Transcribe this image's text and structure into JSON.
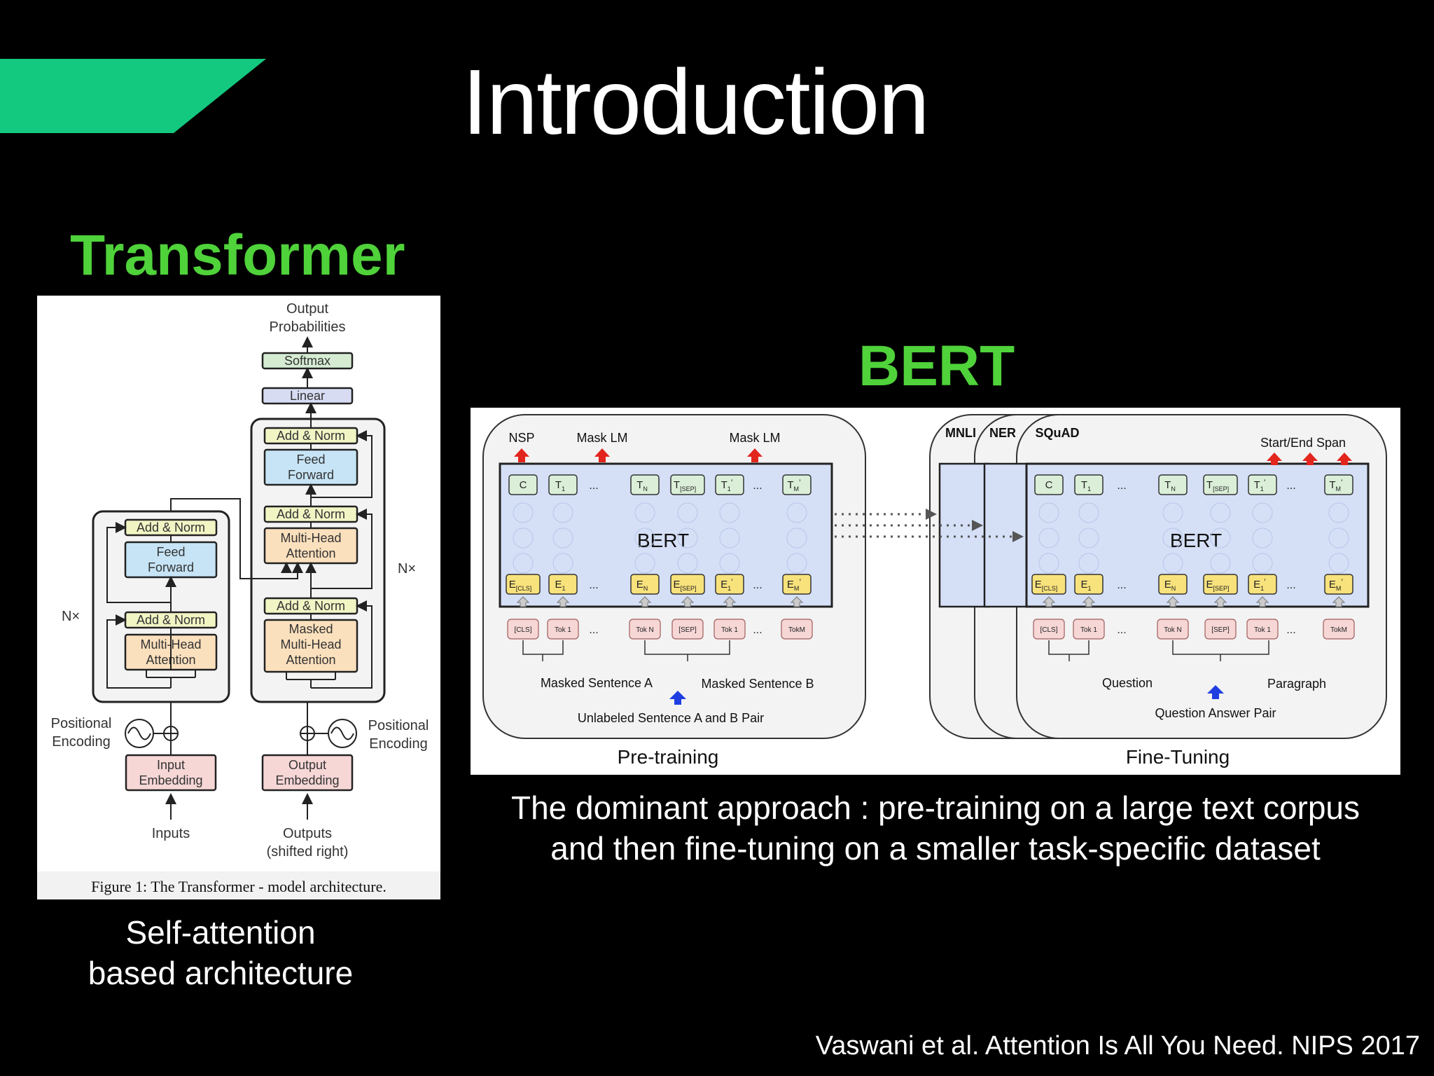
{
  "slide": {
    "title": "Introduction",
    "accent_color": "#13c97f",
    "citation": "Vaswani et al. Attention Is All You Need. NIPS 2017"
  },
  "transformer": {
    "heading": "Transformer",
    "heading_color": "#4fd23a",
    "figure_caption": "Figure 1: The Transformer - model architecture.",
    "subcaption": [
      "Self-attention",
      "based architecture"
    ],
    "output_label": [
      "Output",
      "Probabilities"
    ],
    "softmax": "Softmax",
    "linear": "Linear",
    "add_norm": "Add & Norm",
    "feed_forward": [
      "Feed",
      "Forward"
    ],
    "multi_head": [
      "Multi-Head",
      "Attention"
    ],
    "masked_multi_head": [
      "Masked",
      "Multi-Head",
      "Attention"
    ],
    "nx": "N×",
    "positional_encoding": [
      "Positional",
      "Encoding"
    ],
    "input_embedding": [
      "Input",
      "Embedding"
    ],
    "output_embedding": [
      "Output",
      "Embedding"
    ],
    "inputs": "Inputs",
    "outputs": [
      "Outputs",
      "(shifted right)"
    ]
  },
  "bert": {
    "heading": "BERT",
    "model_label": "BERT",
    "pretraining": {
      "caption": "Pre-training",
      "heads": [
        "NSP",
        "Mask LM",
        "Mask LM"
      ],
      "sentence_a": "Masked Sentence A",
      "sentence_b": "Masked Sentence B",
      "pair": "Unlabeled Sentence A and B Pair"
    },
    "finetuning": {
      "caption": "Fine-Tuning",
      "tasks": [
        "MNLI",
        "NER",
        "SQuAD"
      ],
      "span": "Start/End Span",
      "question": "Question",
      "paragraph": "Paragraph",
      "pair": "Question Answer Pair"
    },
    "out_tokens": [
      {
        "main": "C",
        "sub": ""
      },
      {
        "main": "T",
        "sub": "1"
      },
      {
        "main": "...",
        "sub": ""
      },
      {
        "main": "T",
        "sub": "N"
      },
      {
        "main": "T",
        "sub": "[SEP]"
      },
      {
        "main": "T",
        "sub": "1",
        "prime": "’"
      },
      {
        "main": "...",
        "sub": ""
      },
      {
        "main": "T",
        "sub": "M",
        "prime": "’"
      }
    ],
    "emb_tokens": [
      {
        "main": "E",
        "sub": "[CLS]"
      },
      {
        "main": "E",
        "sub": "1"
      },
      {
        "main": "...",
        "sub": ""
      },
      {
        "main": "E",
        "sub": "N"
      },
      {
        "main": "E",
        "sub": "[SEP]"
      },
      {
        "main": "E",
        "sub": "1",
        "prime": "’"
      },
      {
        "main": "...",
        "sub": ""
      },
      {
        "main": "E",
        "sub": "M",
        "prime": "’"
      }
    ],
    "input_tokens": [
      "[CLS]",
      "Tok 1",
      "...",
      "Tok N",
      "[SEP]",
      "Tok 1",
      "...",
      "TokM"
    ],
    "colors": {
      "bert_block": "#d5e0f7",
      "output_token": "#dbefd8",
      "embedding_token": "#f8e27c",
      "input_token": "#f6d7d6",
      "red_arrow": "#e2261e",
      "blue_arrow": "#1e3ee2"
    }
  },
  "description": [
    "The dominant approach : pre-training on a large text corpus",
    "and then fine-tuning on a smaller task-specific dataset"
  ]
}
